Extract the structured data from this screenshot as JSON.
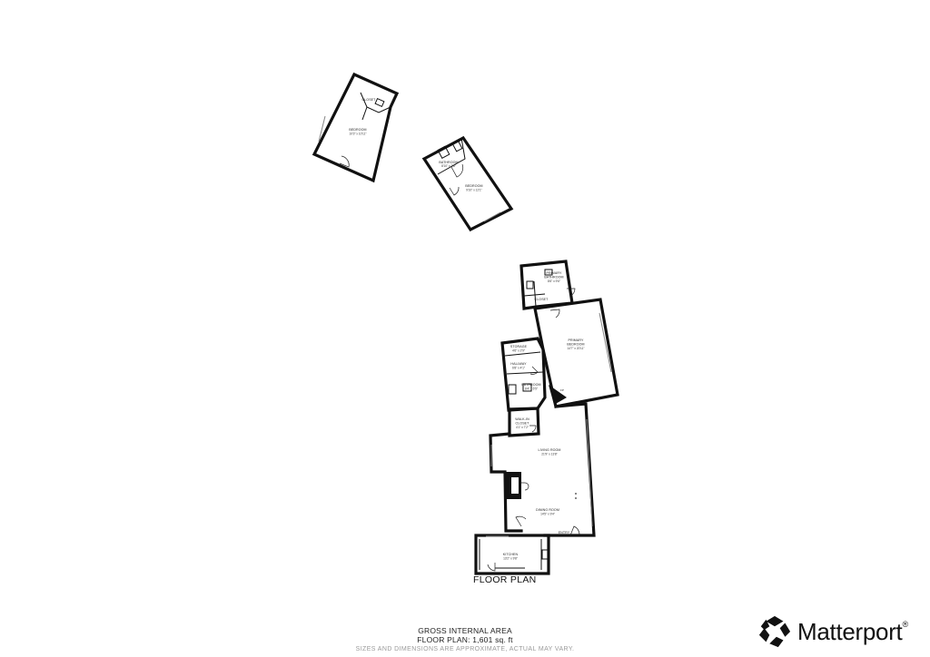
{
  "plan": {
    "floor_plan_label": "FLOOR PLAN",
    "rooms": {
      "bedroom_a": {
        "name": "BEDROOM",
        "dims": "10'3\" x 10'11\""
      },
      "closet_a": {
        "name": "CLOSET"
      },
      "bathroom_b": {
        "name": "BATHROOM",
        "dims": "8'10\" x 3'8\""
      },
      "bedroom_b": {
        "name": "BEDROOM",
        "dims": "9'10\" x 12'1\""
      },
      "primary_bathroom": {
        "name_line1": "PRIMARY",
        "name_line2": "BATHROOM",
        "dims": "8'6\" x 9'6\""
      },
      "primary_closet": {
        "name": "CLOSET"
      },
      "primary_bedroom": {
        "name_line1": "PRIMARY",
        "name_line2": "BEDROOM",
        "dims": "14'7\" x 20'11\""
      },
      "storage": {
        "name": "STORAGE",
        "dims": "4'6\" x 2'9\""
      },
      "hallway": {
        "name": "HALLWAY",
        "dims": "6'8\" x 4'1\""
      },
      "bathroom_c": {
        "name": "BATHROOM",
        "dims": "8'4\" x 6'5\""
      },
      "walk_in_closet": {
        "name_line1": "WALK-IN",
        "name_line2": "CLOSET",
        "dims": "4'1\" x 7'2\""
      },
      "living_room": {
        "name": "LIVING ROOM",
        "dims": "21'9\" x 13'8\""
      },
      "dining_room": {
        "name": "DINING ROOM",
        "dims": "14'5\" x 9'4\""
      },
      "entry": {
        "name": "ENTRY"
      },
      "kitchen": {
        "name": "KITCHEN",
        "dims": "13'2\" x 9'8\""
      }
    }
  },
  "footer": {
    "gross": "GROSS INTERNAL AREA",
    "floor_area": "FLOOR PLAN: 1,601 sq. ft",
    "disclaimer": "SIZES AND DIMENSIONS ARE APPROXIMATE, ACTUAL MAY VARY."
  },
  "brand": {
    "name": "Matterport",
    "tm": "®"
  }
}
